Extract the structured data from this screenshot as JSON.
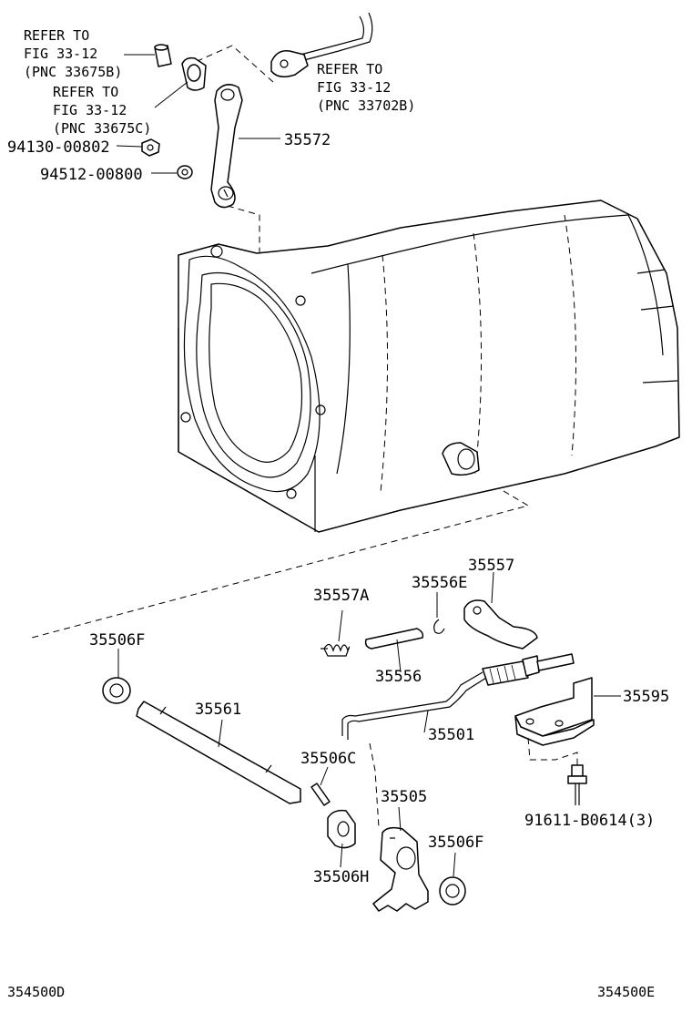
{
  "labels": {
    "ref1_line1": "REFER TO",
    "ref1_line2": "FIG 33-12",
    "ref1_line3": "(PNC 33675B)",
    "ref2_line1": "REFER TO",
    "ref2_line2": "FIG 33-12",
    "ref2_line3": "(PNC 33675C)",
    "ref3_line1": "REFER TO",
    "ref3_line2": "FIG 33-12",
    "ref3_line3": "(PNC 33702B)",
    "p94130": "94130-00802",
    "p94512": "94512-00800",
    "p35572": "35572",
    "p35557": "35557",
    "p35556E": "35556E",
    "p35557A": "35557A",
    "p35556": "35556",
    "p35506F_left": "35506F",
    "p35561": "35561",
    "p35501": "35501",
    "p35595": "35595",
    "p35506C": "35506C",
    "p35505": "35505",
    "p35506F_right": "35506F",
    "p35506H": "35506H",
    "p91611": "91611-B0614(3)"
  },
  "footer": {
    "left_code": "354500D",
    "right_code": "354500E"
  }
}
